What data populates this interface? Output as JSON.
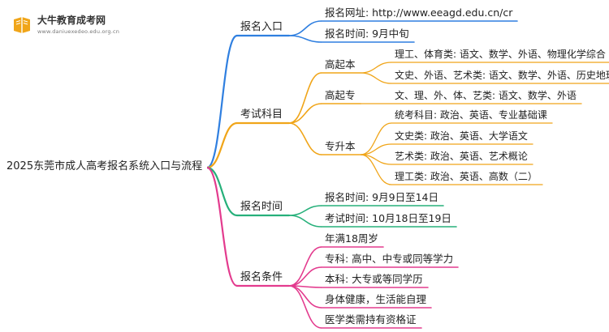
{
  "logo": {
    "title": "大牛教育成考网",
    "subtitle": "www.daniuexedeo.edu.org.cn"
  },
  "colors": {
    "blue": "#2f7fe0",
    "orange": "#f0a519",
    "green": "#26b07a",
    "pink": "#e33b8e"
  },
  "root": "2025东莞市成人高考报名系统入口与流程",
  "branches": [
    {
      "label": "报名入口",
      "children": [
        {
          "label": "报名网址: http://www.eeagd.edu.cn/cr"
        },
        {
          "label": "报名时间: 9月中旬"
        }
      ]
    },
    {
      "label": "考试科目",
      "children": [
        {
          "label": "高起本",
          "children": [
            {
              "label": "理工、体育类: 语文、数学、外语、物理化学综合"
            },
            {
              "label": "文史、外语、艺术类: 语文、数学、外语、历史地理综合"
            }
          ]
        },
        {
          "label": "高起专",
          "children": [
            {
              "label": "文、理、外、体、艺类: 语文、数学、外语"
            }
          ]
        },
        {
          "label": "专升本",
          "children": [
            {
              "label": "统考科目: 政治、英语、专业基础课"
            },
            {
              "label": "文史类: 政治、英语、大学语文"
            },
            {
              "label": "艺术类: 政治、英语、艺术概论"
            },
            {
              "label": "理工类: 政治、英语、高数（二）"
            }
          ]
        }
      ]
    },
    {
      "label": "报名时间",
      "children": [
        {
          "label": "报名时间: 9月9日至14日"
        },
        {
          "label": "考试时间: 10月18日至19日"
        }
      ]
    },
    {
      "label": "报名条件",
      "children": [
        {
          "label": "年满18周岁"
        },
        {
          "label": "专科: 高中、中专或同等学力"
        },
        {
          "label": "本科: 大专或等同学历"
        },
        {
          "label": "身体健康，生活能自理"
        },
        {
          "label": "医学类需持有资格证"
        }
      ]
    }
  ]
}
